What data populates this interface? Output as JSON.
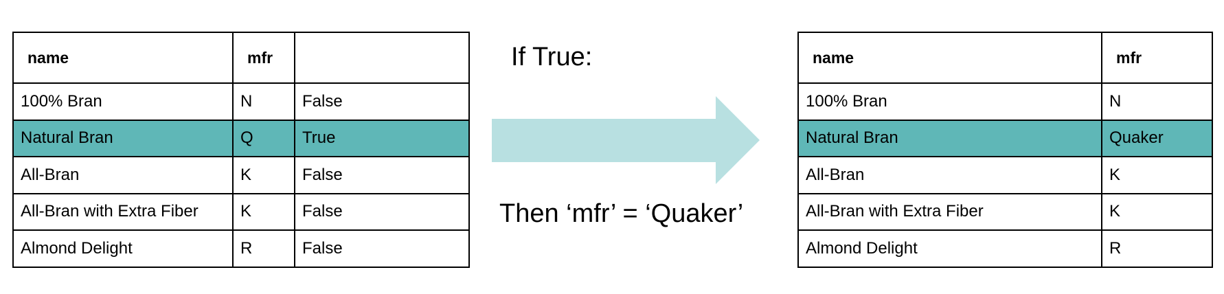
{
  "left_table": {
    "headers": [
      "name",
      "mfr",
      ""
    ],
    "rows": [
      {
        "name": "100% Bran",
        "mfr": "N",
        "flag": "False",
        "highlight": false
      },
      {
        "name": "Natural Bran",
        "mfr": "Q",
        "flag": "True",
        "highlight": true
      },
      {
        "name": "All-Bran",
        "mfr": "K",
        "flag": "False",
        "highlight": false
      },
      {
        "name": "All-Bran with Extra Fiber",
        "mfr": "K",
        "flag": "False",
        "highlight": false
      },
      {
        "name": "Almond Delight",
        "mfr": "R",
        "flag": "False",
        "highlight": false
      }
    ]
  },
  "condition_text": "If True:",
  "action_text": "Then ‘mfr’ = ‘Quaker’",
  "right_table": {
    "headers": [
      "name",
      "mfr"
    ],
    "rows": [
      {
        "name": "100% Bran",
        "mfr": "N",
        "highlight": false
      },
      {
        "name": "Natural Bran",
        "mfr": "Quaker",
        "highlight": true
      },
      {
        "name": "All-Bran",
        "mfr": "K",
        "highlight": false
      },
      {
        "name": "All-Bran with Extra Fiber",
        "mfr": "K",
        "highlight": false
      },
      {
        "name": "Almond Delight",
        "mfr": "R",
        "highlight": false
      }
    ]
  },
  "colors": {
    "highlight": "#5fb7b7",
    "arrow": "#b8e0e1",
    "border": "#000000"
  }
}
